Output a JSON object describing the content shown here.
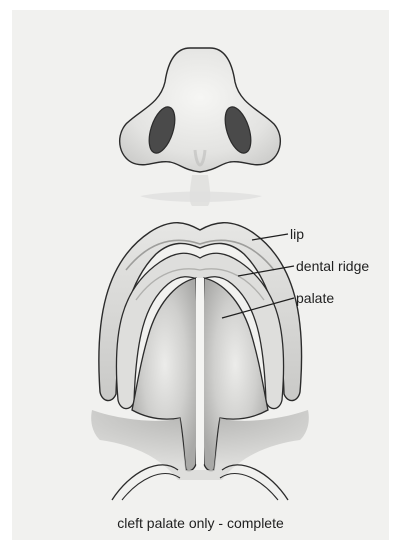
{
  "labels": {
    "lip": "lip",
    "dental_ridge": "dental ridge",
    "palate": "palate"
  },
  "caption": "cleft palate only - complete",
  "colors": {
    "background": "#f1f1ef",
    "outline": "#2b2b2b",
    "nostril": "#4a4a4a",
    "tissue_shade": "#b9b9b9",
    "text": "#1f1f1f"
  }
}
